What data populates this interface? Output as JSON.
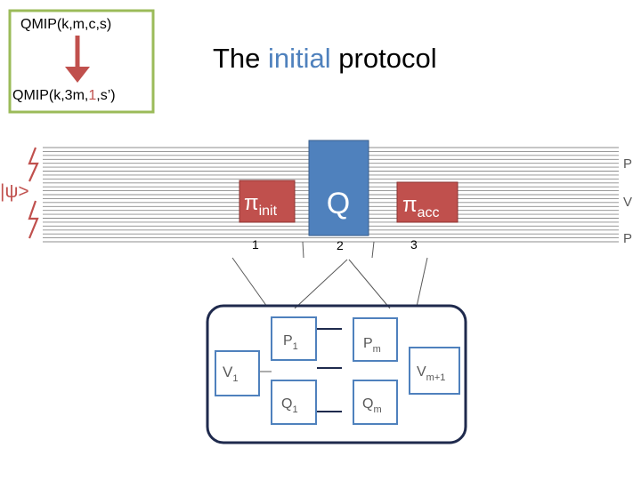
{
  "reduction_box": {
    "top_label": "QMIP(k,m,c,s)",
    "bottom_label": {
      "before": "QMIP(k,3m,",
      "highlight": "1",
      "after": ",s’)"
    }
  },
  "title": {
    "before": "The ",
    "highlight": "initial",
    "after": " protocol"
  },
  "state": {
    "psi": "|ψ>"
  },
  "wire_labels": {
    "top": "P",
    "middle": "V",
    "bottom": "P"
  },
  "gates": {
    "pi_init": {
      "base": "π",
      "sub": "init"
    },
    "q": {
      "label": "Q"
    },
    "pi_acc": {
      "base": "π",
      "sub": "acc"
    }
  },
  "steps": {
    "one": "1",
    "two": "2",
    "three": "3"
  },
  "inner": {
    "v1": {
      "base": "V",
      "sub": "1"
    },
    "vm1": {
      "base": "V",
      "sub": "m+1"
    },
    "p1": {
      "base": "P",
      "sub": "1"
    },
    "pm": {
      "base": "P",
      "sub": "m"
    },
    "q1": {
      "base": "Q",
      "sub": "1"
    },
    "qm": {
      "base": "Q",
      "sub": "m"
    }
  },
  "colors": {
    "olive_border": "#9bbb59",
    "arrow_red": "#c0504d",
    "title_blue": "#4f81bd",
    "gate_red": "#c0504d",
    "gate_blue": "#4f81bd",
    "inner_blue": "#4f81bd",
    "frame_navy": "#1f2a4d",
    "wire_gray": "#8c8c8c",
    "text_gray": "#595959"
  }
}
